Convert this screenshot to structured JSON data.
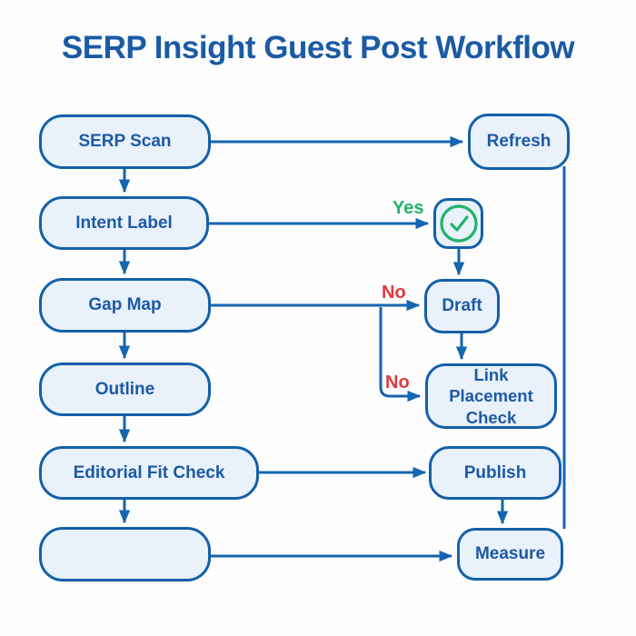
{
  "title": "SERP Insight Guest Post Workflow",
  "nodes": {
    "serp_scan": {
      "label": "SERP Scan"
    },
    "refresh": {
      "label": "Refresh"
    },
    "intent_label": {
      "label": "Intent Label"
    },
    "approval_check": {
      "label": "",
      "icon": "check-circle-icon"
    },
    "gap_map": {
      "label": "Gap Map"
    },
    "draft": {
      "label": "Draft"
    },
    "outline": {
      "label": "Outline"
    },
    "link_placement_check": {
      "label": "Link Placement Check"
    },
    "editorial_fit_check": {
      "label": "Editorial Fit Check"
    },
    "publish": {
      "label": "Publish"
    },
    "unlabeled": {
      "label": ""
    },
    "measure": {
      "label": "Measure"
    }
  },
  "edge_labels": {
    "yes": "Yes",
    "no_to_draft": "No",
    "no_to_link_check": "No"
  },
  "colors": {
    "background": "#fdfdfe",
    "box_fill": "#e9f1fb",
    "box_border": "#1460a8",
    "node_text": "#1c5aa6",
    "title": "#1b5aa5",
    "arrow": "#1565b0",
    "yes_green": "#20b36a",
    "no_red": "#e2383a"
  }
}
